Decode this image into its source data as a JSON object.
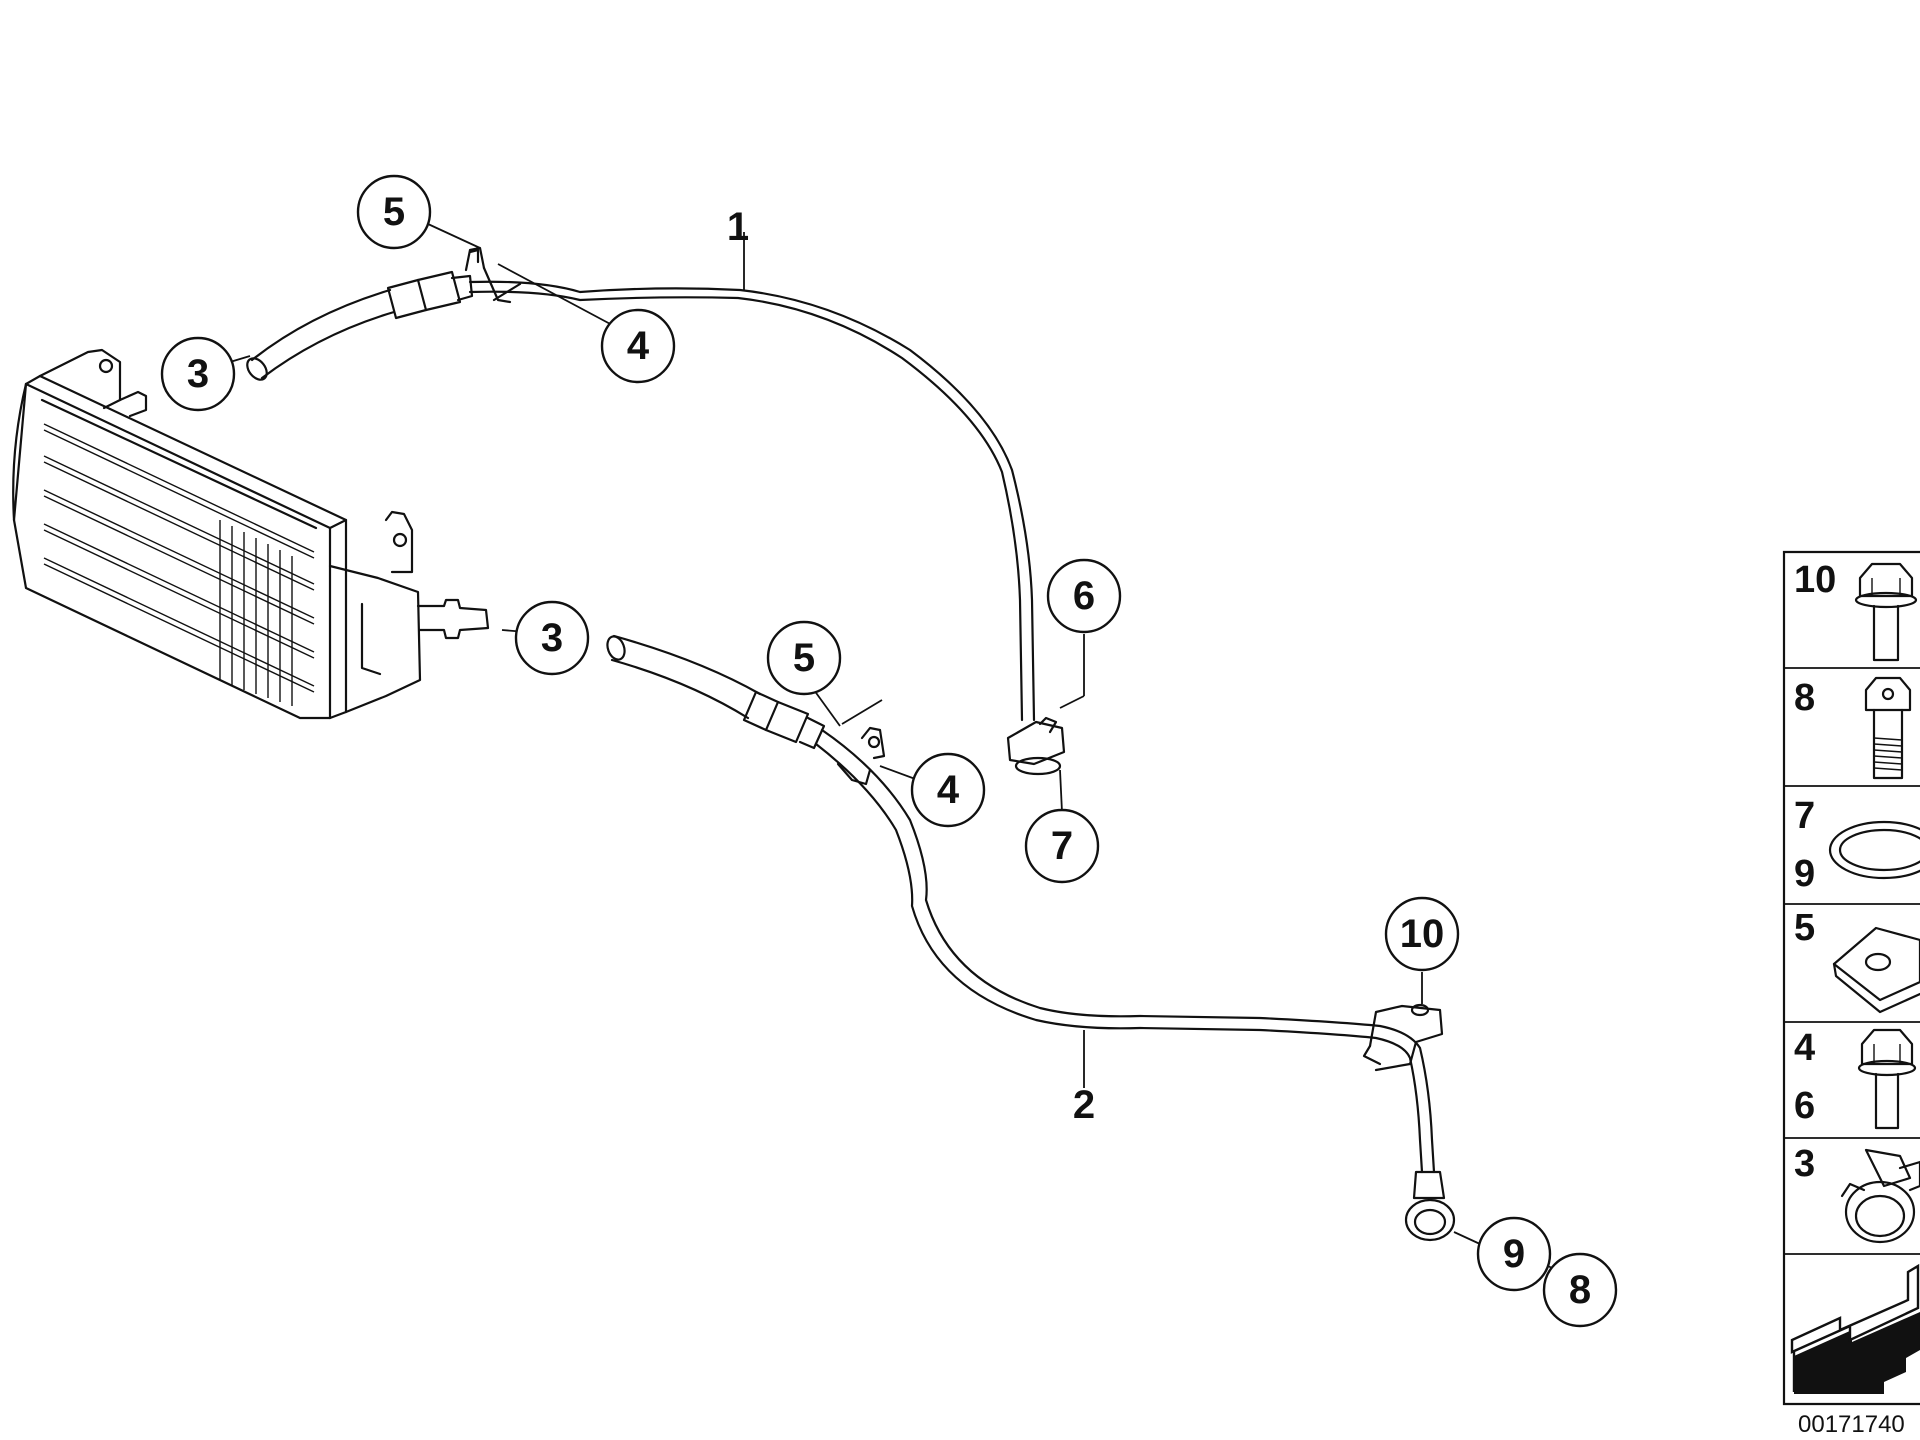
{
  "diagram": {
    "line_labels": {
      "hose_upper": "1",
      "hose_lower": "2"
    },
    "callouts": {
      "clamp_upper": "5",
      "screw_upper": "4",
      "hose_clip_upper": "3",
      "hose_clip_lower": "3",
      "clamp_lower": "5",
      "screw_lower": "4",
      "screw_end": "6",
      "gasket_end": "7",
      "bolt_bracket": "10",
      "seal_ring": "9",
      "banjo_bolt": "8"
    },
    "legend": {
      "rows": [
        {
          "numbers": [
            "10"
          ],
          "icon": "flange-bolt-icon"
        },
        {
          "numbers": [
            "8"
          ],
          "icon": "banjo-bolt-icon"
        },
        {
          "numbers": [
            "7",
            "9"
          ],
          "icon": "seal-ring-icon"
        },
        {
          "numbers": [
            "5"
          ],
          "icon": "clip-nut-icon"
        },
        {
          "numbers": [
            "4",
            "6"
          ],
          "icon": "hex-bolt-icon"
        },
        {
          "numbers": [
            "3"
          ],
          "icon": "hose-clamp-icon"
        },
        {
          "numbers": [],
          "icon": "direction-arrow-icon"
        }
      ]
    },
    "diagram_id": "00171740"
  }
}
